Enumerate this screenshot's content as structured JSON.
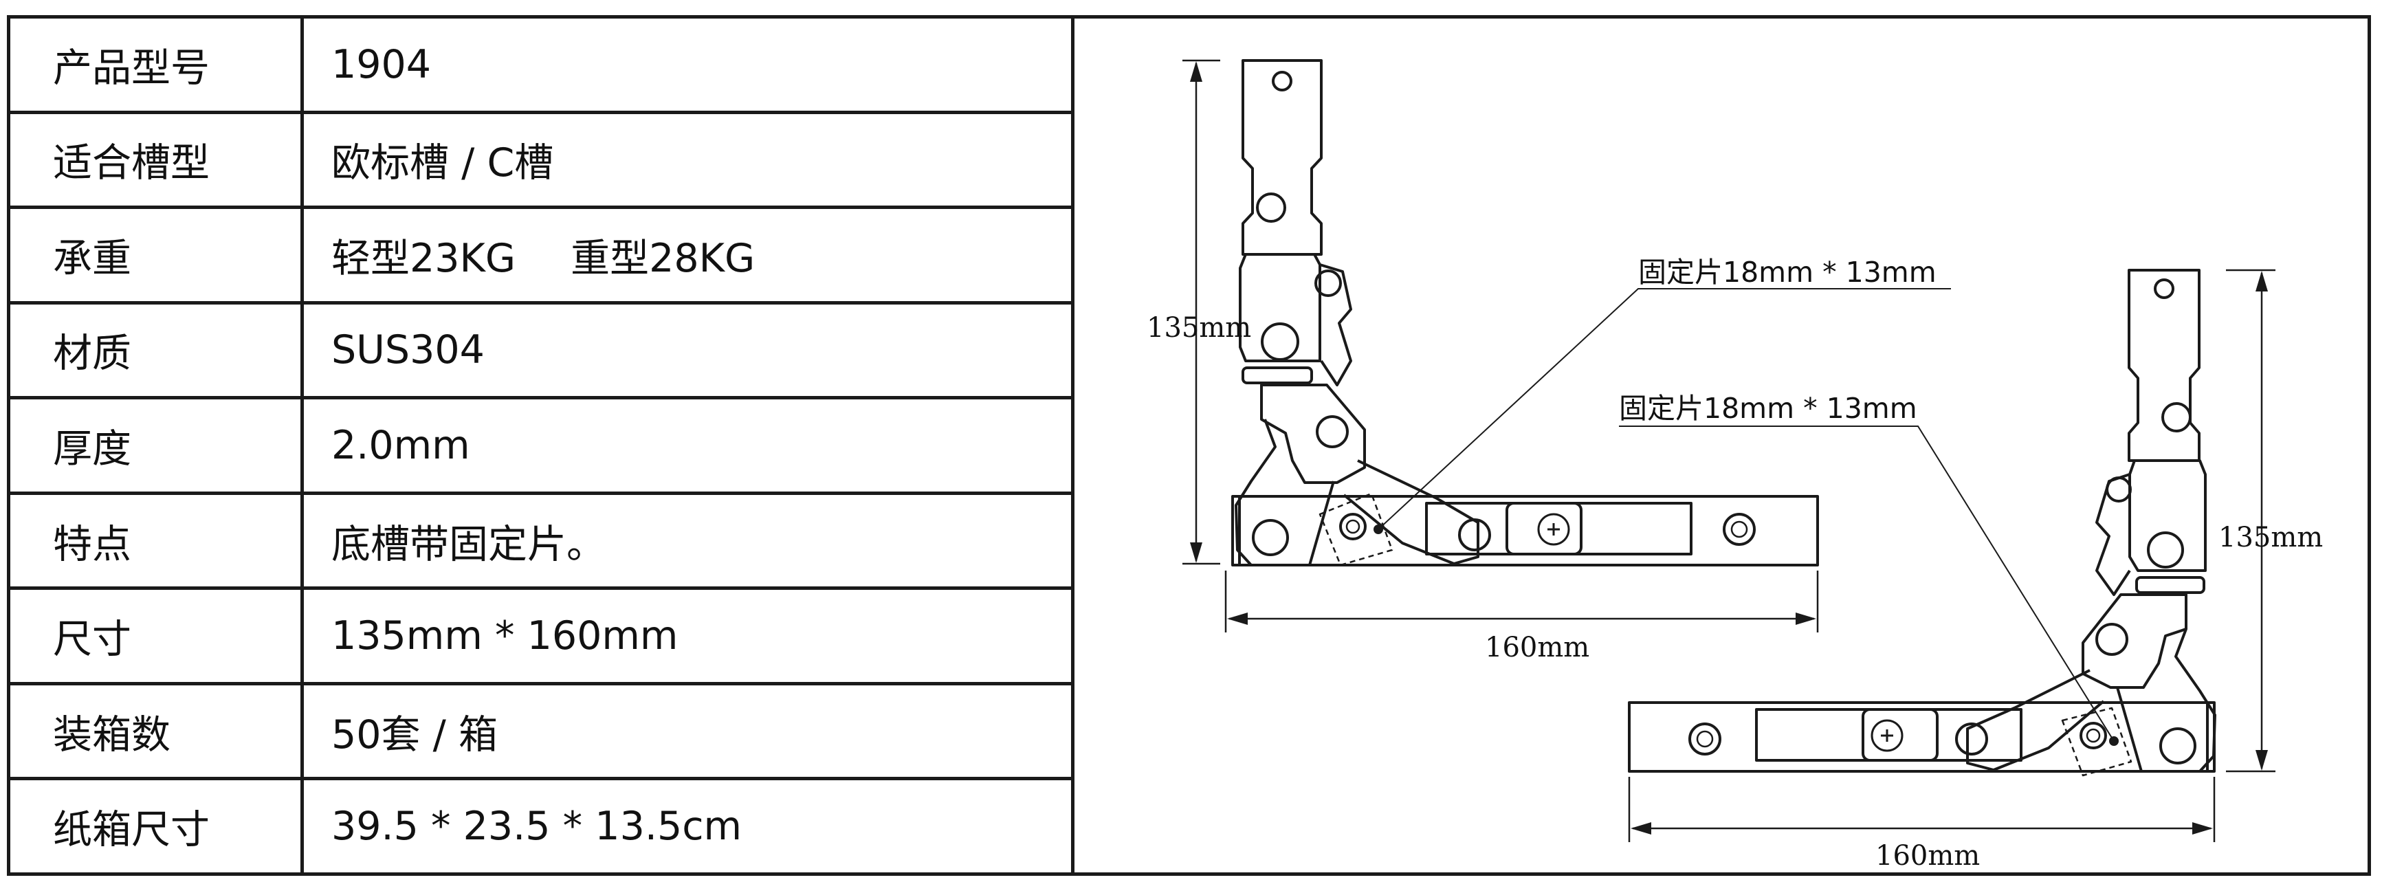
{
  "specs": [
    {
      "label": "产品型号",
      "value": "1904"
    },
    {
      "label": "适合槽型",
      "value": "欧标槽 / C槽"
    },
    {
      "label": "承重",
      "value": "轻型23KG",
      "value2": "重型28KG"
    },
    {
      "label": "材质",
      "value": "SUS304"
    },
    {
      "label": "厚度",
      "value": "2.0mm"
    },
    {
      "label": "特点",
      "value": "底槽带固定片。"
    },
    {
      "label": "尺寸",
      "value": "135mm * 160mm"
    },
    {
      "label": "装箱数",
      "value": "50套 / 箱"
    },
    {
      "label": "纸箱尺寸",
      "value": "39.5 * 23.5 * 13.5cm"
    }
  ],
  "drawing": {
    "left_callout": "固定片18mm * 13mm",
    "right_callout": "固定片18mm * 13mm",
    "left_height_dim": "135mm",
    "left_width_dim": "160mm",
    "right_height_dim": "135mm",
    "right_width_dim": "160mm",
    "colors": {
      "line": "#1a1a1a",
      "background": "#ffffff"
    }
  }
}
